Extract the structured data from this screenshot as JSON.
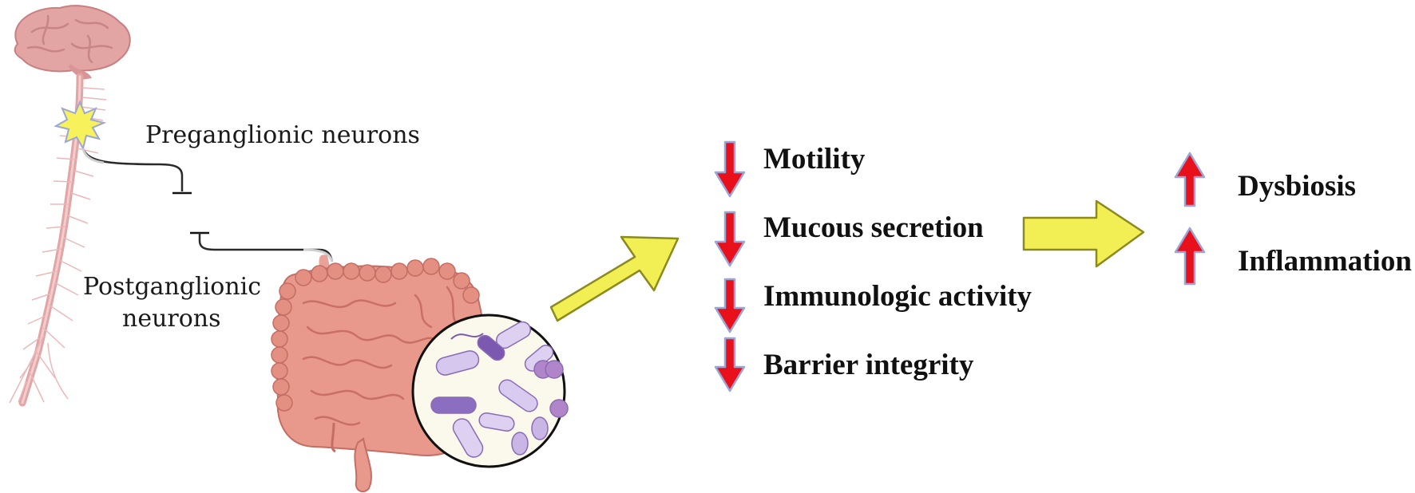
{
  "labels": {
    "preganglionic": "Preganglionic neurons",
    "postganglionic_line1": "Postganglionic",
    "postganglionic_line2": "neurons"
  },
  "decreased_effects": [
    "Motility",
    "Mucous secretion",
    "Immunologic activity",
    "Barrier integrity"
  ],
  "increased_effects": [
    "Dysbiosis",
    "Inflammation"
  ],
  "colors": {
    "flow_arrow_fill": "#f2ef55",
    "flow_arrow_stroke": "#8a8a1e",
    "down_arrow": "#e8101a",
    "up_arrow": "#e8101a",
    "arrow_outline": "#9aa6d6",
    "brain": "#e3a4a4",
    "nerve": "#e7b0b0",
    "gut": "#e59486",
    "synapse_star": "#f7f25c"
  }
}
